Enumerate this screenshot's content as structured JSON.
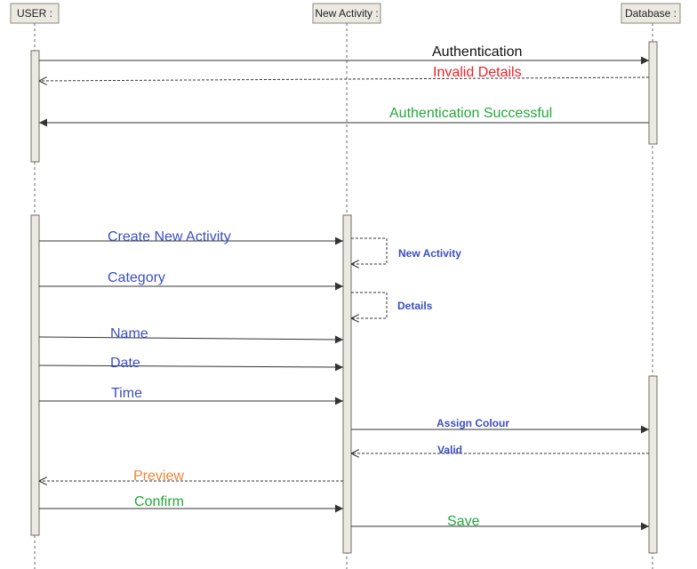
{
  "participants": [
    {
      "id": "user",
      "label": "USER :"
    },
    {
      "id": "activity",
      "label": "New Activity :"
    },
    {
      "id": "database",
      "label": "Database :"
    }
  ],
  "colors": {
    "black": "#111111",
    "red": "#e8242a",
    "green": "#22a83a",
    "blue": "#3a4fc2",
    "orange": "#f0843a"
  },
  "messages": [
    {
      "label": "Authentication",
      "from": "user",
      "to": "database",
      "style": "solid",
      "color": "black"
    },
    {
      "label": "Invalid Details",
      "from": "database",
      "to": "user",
      "style": "dashed",
      "color": "red"
    },
    {
      "label": "Authentication Successful",
      "from": "database",
      "to": "user",
      "style": "solid",
      "color": "green"
    },
    {
      "label": "Create New Activity",
      "from": "user",
      "to": "activity",
      "style": "solid",
      "color": "blue"
    },
    {
      "label": "New Activity",
      "from": "activity",
      "to": "activity",
      "style": "self",
      "color": "blue",
      "bold": true
    },
    {
      "label": "Category",
      "from": "user",
      "to": "activity",
      "style": "solid",
      "color": "blue"
    },
    {
      "label": "Details",
      "from": "activity",
      "to": "activity",
      "style": "self",
      "color": "blue",
      "bold": true
    },
    {
      "label": "Name",
      "from": "user",
      "to": "activity",
      "style": "solid",
      "color": "blue"
    },
    {
      "label": "Date",
      "from": "user",
      "to": "activity",
      "style": "solid",
      "color": "blue"
    },
    {
      "label": "Time",
      "from": "user",
      "to": "activity",
      "style": "solid",
      "color": "blue"
    },
    {
      "label": "Assign Colour",
      "from": "activity",
      "to": "database",
      "style": "solid",
      "color": "blue",
      "bold": true
    },
    {
      "label": "Valid",
      "from": "database",
      "to": "activity",
      "style": "dashed",
      "color": "blue",
      "bold": true
    },
    {
      "label": "Preview",
      "from": "activity",
      "to": "user",
      "style": "dashed",
      "color": "orange"
    },
    {
      "label": "Confirm",
      "from": "user",
      "to": "activity",
      "style": "solid",
      "color": "green"
    },
    {
      "label": "Save",
      "from": "activity",
      "to": "database",
      "style": "solid",
      "color": "green"
    }
  ]
}
